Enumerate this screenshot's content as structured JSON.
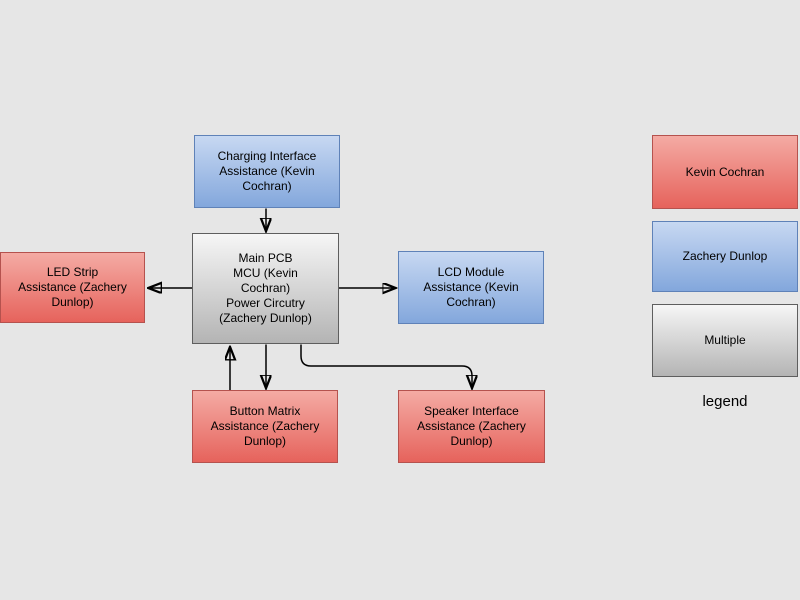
{
  "diagram": {
    "nodes": {
      "charging_interface": {
        "label": "Charging Interface\nAssistance (Kevin\nCochran)",
        "color_key": "blue"
      },
      "main_pcb": {
        "label": "Main PCB\nMCU (Kevin\nCochran)\nPower Circutry\n(Zachery Dunlop)",
        "color_key": "gray"
      },
      "led_strip": {
        "label": "LED Strip\nAssistance (Zachery\nDunlop)",
        "color_key": "red"
      },
      "lcd_module": {
        "label": "LCD Module\nAssistance (Kevin\nCochran)",
        "color_key": "blue"
      },
      "button_matrix": {
        "label": "Button Matrix\nAssistance (Zachery\nDunlop)",
        "color_key": "red"
      },
      "speaker_interface": {
        "label": "Speaker Interface\nAssistance (Zachery\nDunlop)",
        "color_key": "red"
      }
    },
    "connections": [
      {
        "from": "charging_interface",
        "to": "main_pcb",
        "direction": "down"
      },
      {
        "from": "main_pcb",
        "to": "led_strip",
        "direction": "left"
      },
      {
        "from": "main_pcb",
        "to": "lcd_module",
        "direction": "right"
      },
      {
        "from": "button_matrix",
        "to": "main_pcb",
        "direction": "up"
      },
      {
        "from": "main_pcb",
        "to": "button_matrix",
        "direction": "down"
      },
      {
        "from": "main_pcb",
        "to": "speaker_interface",
        "direction": "down-right-elbow"
      }
    ],
    "legend": {
      "caption": "legend",
      "items": [
        {
          "label": "Kevin Cochran",
          "color_key": "red"
        },
        {
          "label": "Zachery Dunlop",
          "color_key": "blue"
        },
        {
          "label": "Multiple",
          "color_key": "gray"
        }
      ]
    },
    "colors": {
      "background": "#e6e6e6",
      "arrow": "#000000",
      "red_top": "#f4aba4",
      "red_bottom": "#e6635c",
      "red_border": "#b5524e",
      "blue_top": "#c7d8f2",
      "blue_bottom": "#83a7dc",
      "blue_border": "#5f82b8",
      "gray_top": "#f6f6f6",
      "gray_bottom": "#b4b4b4",
      "gray_border": "#5e5e5e"
    }
  }
}
